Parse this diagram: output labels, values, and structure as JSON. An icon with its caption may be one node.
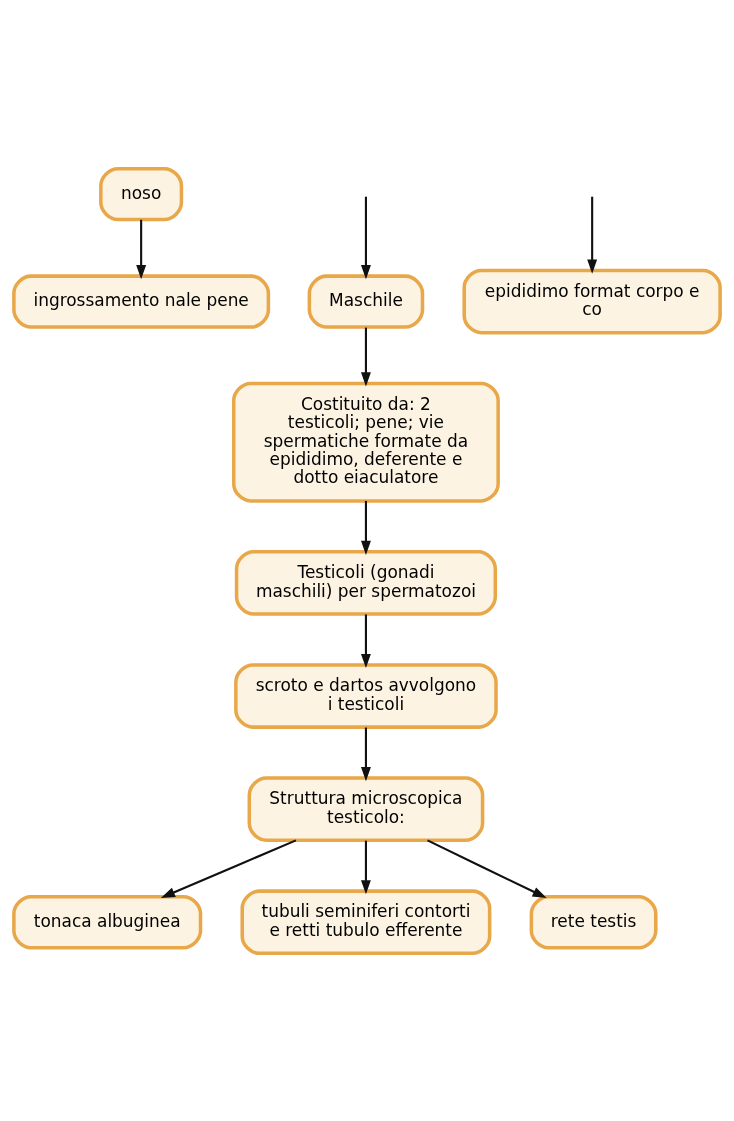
{
  "diagram": {
    "nodes": [
      {
        "text": [
          "noso"
        ]
      },
      {
        "text": [
          "Maschile"
        ]
      },
      {
        "text": [
          "epididimo format corpo e co"
        ]
      },
      {
        "text": [
          "ingrossamento nale pene"
        ]
      },
      {
        "text": [
          "Costituito da: 2 testicoli; pene; vie spermatiche formate da epididimo, deferente e dotto eiaculatore"
        ]
      },
      {
        "text": [
          "Testicoli (gonadi maschili) per spermatozoi"
        ]
      },
      {
        "text": [
          "scroto e dartos avvolgono i testicoli"
        ]
      },
      {
        "text": [
          "Struttura microscopica testicolo:"
        ]
      },
      {
        "text": [
          "tonaca albuginea"
        ]
      },
      {
        "text": [
          "tubuli seminiferi contorti e retti tubulo efferente"
        ]
      },
      {
        "text": [
          "rete testis"
        ]
      }
    ],
    "edges": [
      {
        "from": null,
        "to": 1,
        "arrow": "to"
      },
      {
        "from": 0,
        "to": 3,
        "arrow": "to"
      },
      {
        "from": null,
        "to": 2,
        "arrow": "to"
      },
      {
        "from": 1,
        "to": 4,
        "arrow": "to"
      },
      {
        "from": 4,
        "to": 5,
        "arrow": "to"
      },
      {
        "from": 5,
        "to": 6,
        "arrow": "to"
      },
      {
        "from": 6,
        "to": 7,
        "arrow": "to"
      },
      {
        "from": 7,
        "to": 8,
        "arrow": "to"
      },
      {
        "from": 7,
        "to": 9,
        "arrow": "to"
      },
      {
        "from": 7,
        "to": 10,
        "arrow": "to"
      }
    ]
  }
}
